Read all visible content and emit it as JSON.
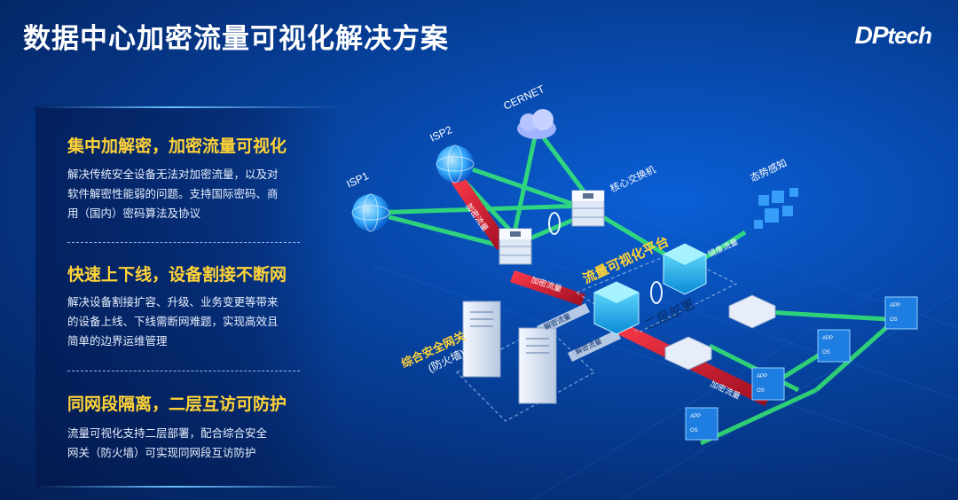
{
  "title": "数据中心加密流量可视化解决方案",
  "logo": {
    "main": "DP",
    "sub": "tech"
  },
  "sections": [
    {
      "title": "集中加解密，加密流量可视化",
      "lines": [
        "解决传统安全设备无法对加密流量，以及对",
        "软件解密性能弱的问题。支持国际密码、商",
        "用（国内）密码算法及协议"
      ]
    },
    {
      "title": "快速上下线，设备割接不断网",
      "lines": [
        "解决设备割接扩容、升级、业务变更等带来",
        "的设备上线、下线需断网难题，实现高效且",
        "简单的边界运维管理"
      ]
    },
    {
      "title": "同网段隔离，二层互访可防护",
      "lines": [
        "流量可视化支持二层部署，配合综合安全",
        "网关（防火墙）可实现同网段互访防护"
      ]
    }
  ],
  "diagram": {
    "isp1": "ISP1",
    "isp2": "ISP2",
    "cernet": "CERNET",
    "core_switch": "核心交换机",
    "situation": "态势感知",
    "platform": "流量可视化平台",
    "layer2": "二层部署",
    "gateway_line1": "综合安全网关",
    "gateway_line2": "(防火墙)",
    "enc_flow": "加密流量",
    "dec_flow": "解密流量",
    "mirror_flow": "镜像流量",
    "app_label": "APP",
    "os_label": "OS"
  },
  "colors": {
    "accent": "#ffd338",
    "green": "#3cff6a",
    "red": "#e0203a",
    "bg": "#0747a8"
  }
}
